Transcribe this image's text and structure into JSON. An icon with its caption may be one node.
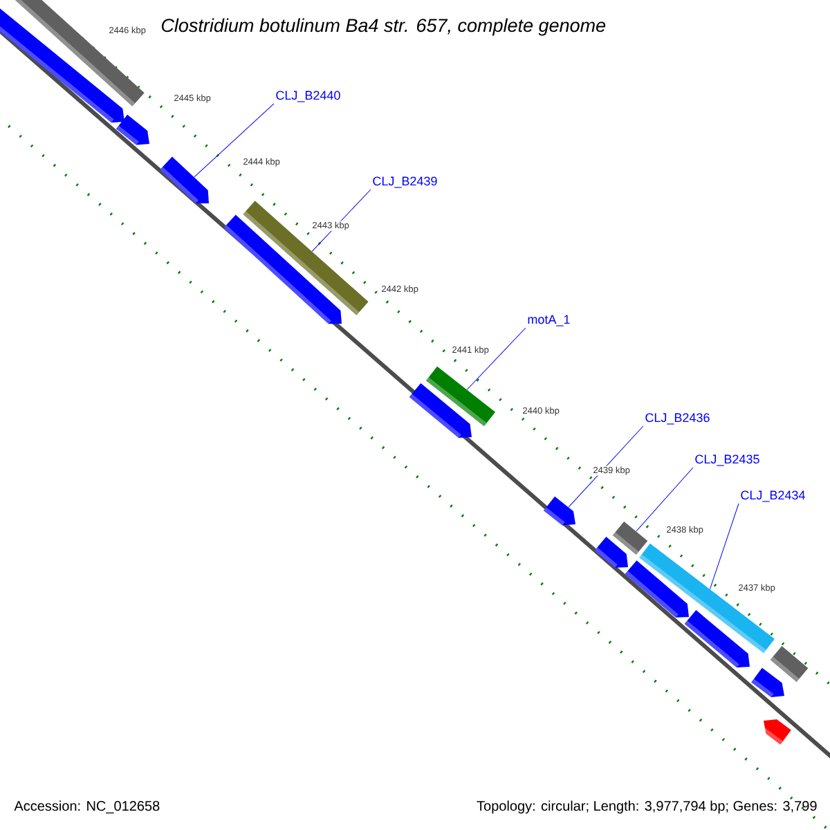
{
  "diagram": {
    "title": "Clostridium botulinum Ba4 str. 657, complete genome",
    "nodes": [
      {
        "text": [],
        "shape": "bar"
      },
      {
        "text": [],
        "shape": "bar"
      },
      {
        "text": [],
        "shape": "bar"
      },
      {
        "text": [],
        "shape": "bar"
      },
      {
        "text": [],
        "shape": "bar"
      },
      {
        "text": [],
        "shape": "bar"
      },
      {
        "text": [],
        "shape": "bar"
      },
      {
        "text": [],
        "shape": "bar"
      },
      {
        "text": [],
        "shape": "bar"
      },
      {
        "text": [],
        "shape": "bar"
      },
      {
        "text": [],
        "shape": "bar"
      },
      {
        "text": [],
        "shape": "bar"
      },
      {
        "text": [],
        "shape": "bar"
      },
      {
        "text": [],
        "shape": "bar"
      },
      {
        "text": [],
        "shape": "bar"
      },
      {
        "text": [],
        "shape": "bar"
      },
      {
        "text": [],
        "shape": "bar"
      },
      {
        "text": [
          "CLJ_B2440"
        ]
      },
      {
        "text": [
          "CLJ_B2439"
        ]
      },
      {
        "text": [
          "motA_1"
        ]
      },
      {
        "text": [
          "CLJ_B2436"
        ]
      },
      {
        "text": [
          "CLJ_B2435"
        ]
      },
      {
        "text": [
          "CLJ_B2434"
        ]
      }
    ],
    "edges": [
      {
        "from": 17,
        "to": 3,
        "arrow": "none"
      },
      {
        "from": 18,
        "to": 4,
        "arrow": "none"
      },
      {
        "from": 19,
        "to": 6,
        "arrow": "none"
      },
      {
        "from": 20,
        "to": 8,
        "arrow": "none"
      },
      {
        "from": 21,
        "to": 9,
        "arrow": "none"
      },
      {
        "from": 22,
        "to": 11,
        "arrow": "none"
      }
    ],
    "labels": [
      "2446 kbp",
      "2445 kbp",
      "2444 kbp",
      "2443 kbp",
      "2442 kbp",
      "2441 kbp",
      "2440 kbp",
      "2439 kbp",
      "2438 kbp",
      "2437 kbp",
      "Accession: NC_012658",
      "Topology: circular; Length: 3,977,794 bp; Genes: 3,799"
    ]
  }
}
